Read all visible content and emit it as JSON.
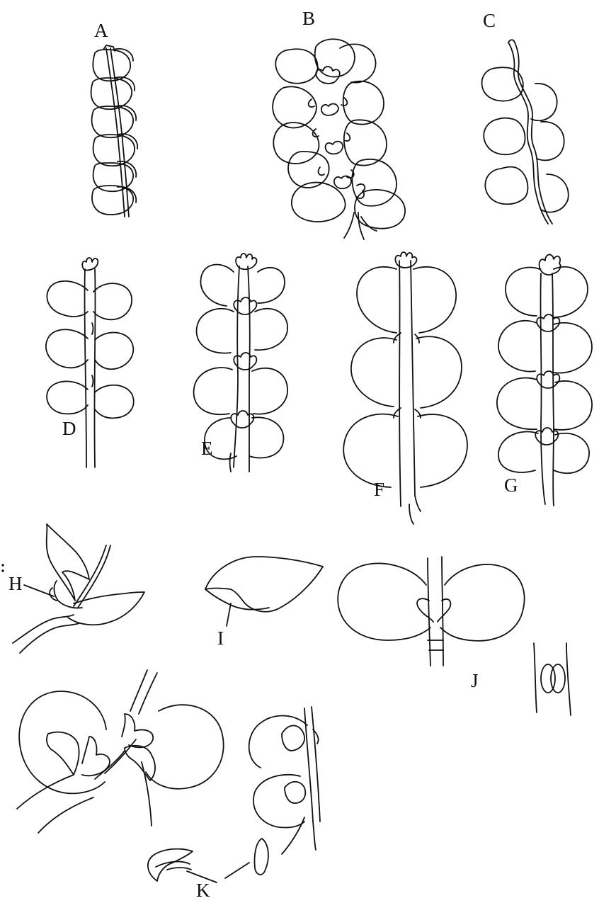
{
  "figure": {
    "labels": {
      "a": "A",
      "b": "B",
      "c": "C",
      "d": "D",
      "e": "E",
      "f": "F",
      "g": "G",
      "h": "H",
      "i": "I",
      "j": "J",
      "k": "K"
    }
  },
  "colors": {
    "line": "#111111",
    "background": "#ffffff"
  }
}
